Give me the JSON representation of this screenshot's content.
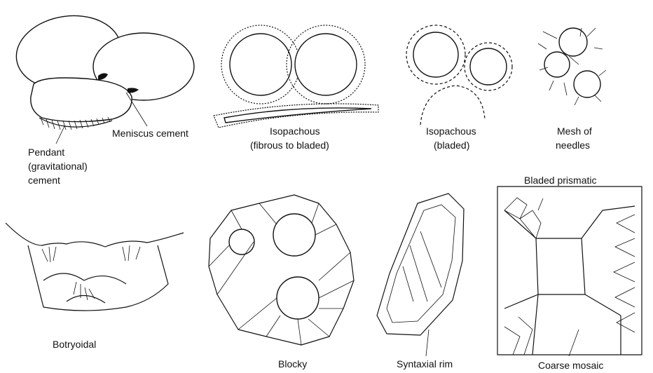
{
  "labels": {
    "meniscus": "Meniscus cement",
    "pendant_1": "Pendant",
    "pendant_2": "(gravitational)",
    "pendant_3": "cement",
    "isopachous_fb_1": "Isopachous",
    "isopachous_fb_2": "(fibrous to bladed)",
    "isopachous_b_1": "Isopachous",
    "isopachous_b_2": "(bladed)",
    "mesh_1": "Mesh of",
    "mesh_2": "needles",
    "bladed_prismatic": "Bladed prismatic",
    "botryoidal": "Botryoidal",
    "blocky": "Blocky",
    "syntaxial_rim": "Syntaxial rim",
    "coarse_mosaic": "Coarse mosaic"
  }
}
